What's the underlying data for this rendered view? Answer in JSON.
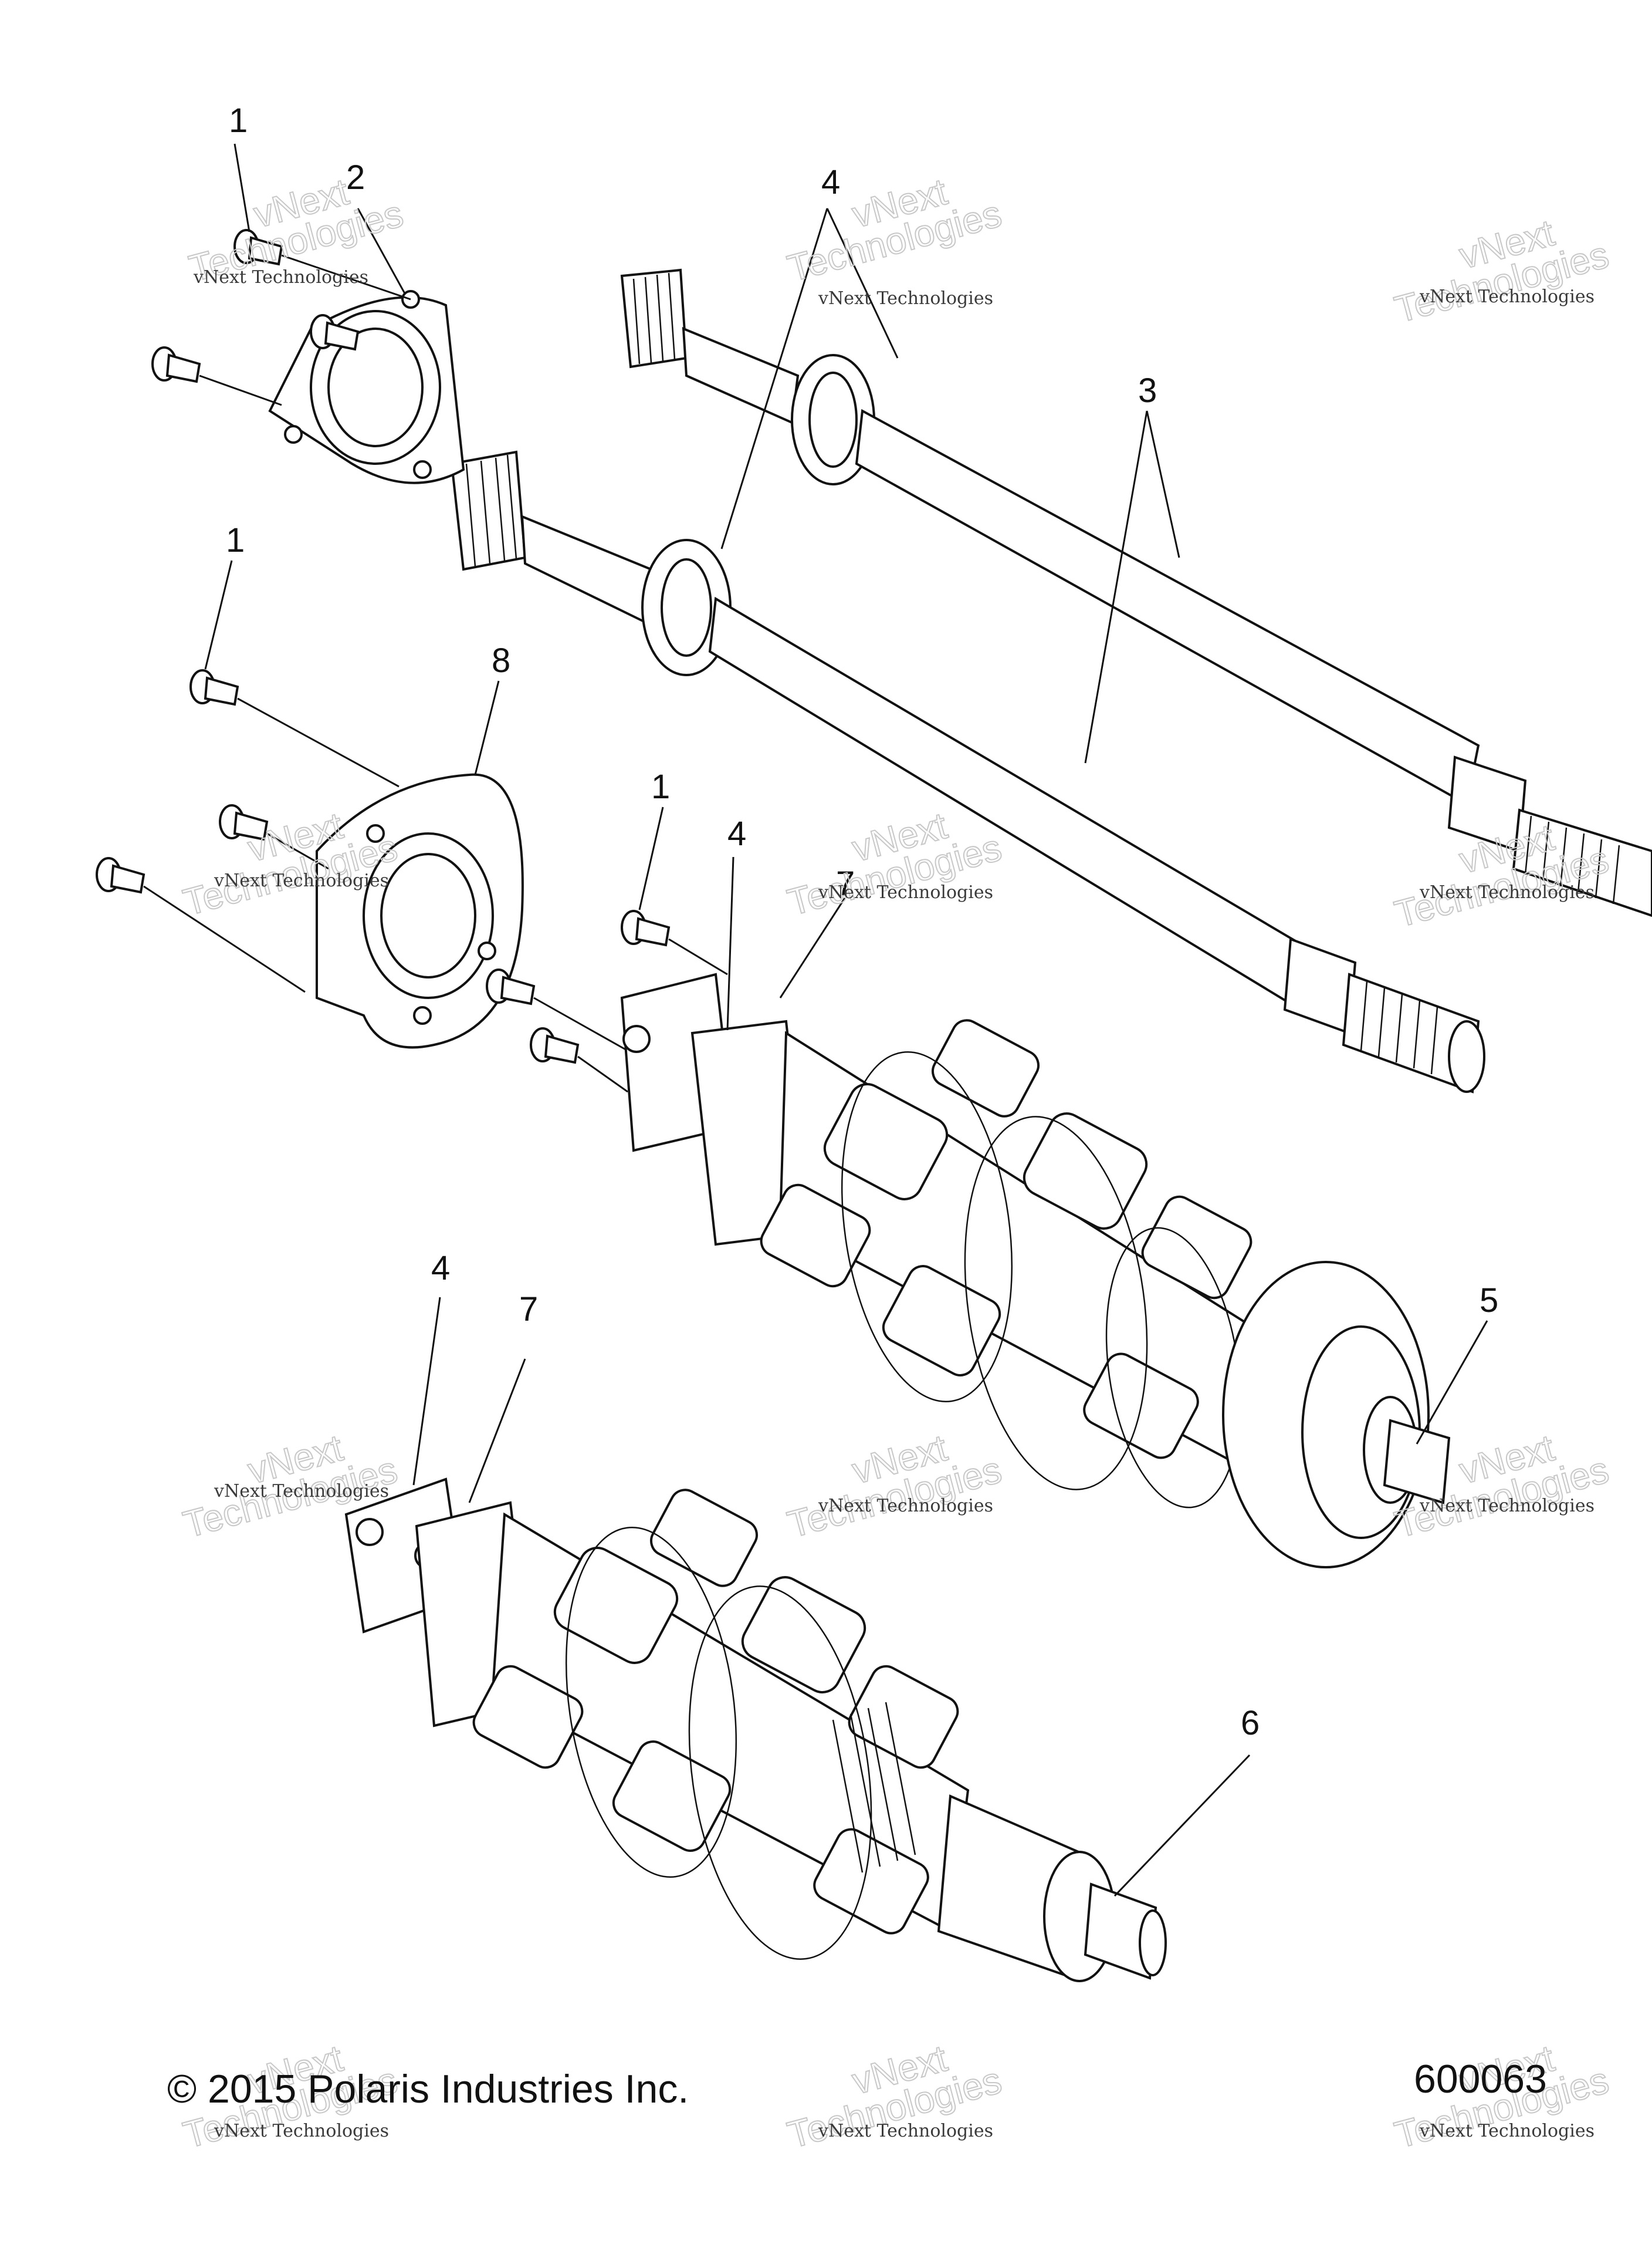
{
  "callouts": [
    "1",
    "2",
    "4",
    "3",
    "1",
    "8",
    "1",
    "4",
    "7",
    "5",
    "4",
    "7",
    "6"
  ],
  "watermark": {
    "small": "vNext Technologies",
    "big": "Technologies",
    "tag": "vNext"
  },
  "footer": {
    "copyright": "© 2015 Polaris Industries Inc.",
    "figure_number": "600063"
  }
}
